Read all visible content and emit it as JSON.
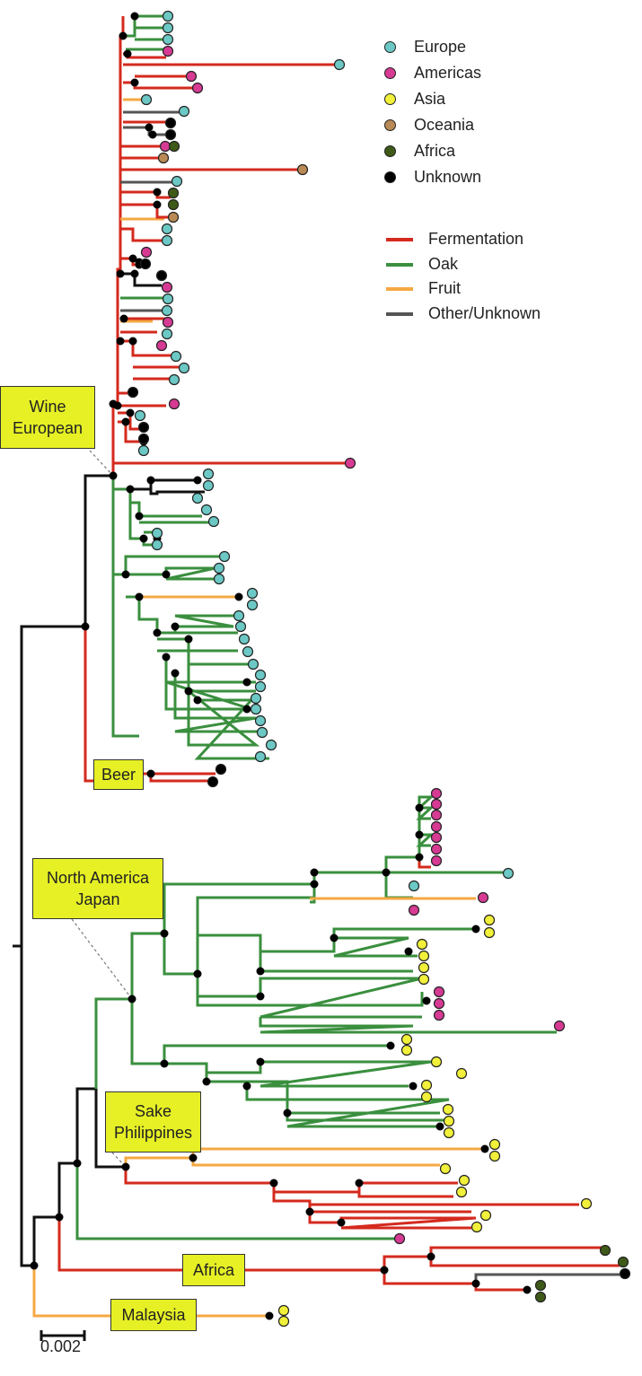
{
  "geography_legend": [
    {
      "label": "Europe",
      "color": "#6cc8c4"
    },
    {
      "label": "Americas",
      "color": "#d63a93"
    },
    {
      "label": "Asia",
      "color": "#f1f03a"
    },
    {
      "label": "Oceania",
      "color": "#b98a55"
    },
    {
      "label": "Africa",
      "color": "#3f5a18"
    },
    {
      "label": "Unknown",
      "color": "#000000"
    }
  ],
  "source_legend": [
    {
      "label": "Fermentation",
      "color": "#d42a1e"
    },
    {
      "label": "Oak",
      "color": "#3a8f3e"
    },
    {
      "label": "Fruit",
      "color": "#f5a843"
    },
    {
      "label": "Other/Unknown",
      "color": "#555555"
    }
  ],
  "clade_labels": {
    "wine": "Wine\nEuropean",
    "beer": "Beer",
    "na_japan": "North America\nJapan",
    "sake": "Sake\nPhilippines",
    "africa": "Africa",
    "malaysia": "Malaysia"
  },
  "scale_bar": "0.002"
}
